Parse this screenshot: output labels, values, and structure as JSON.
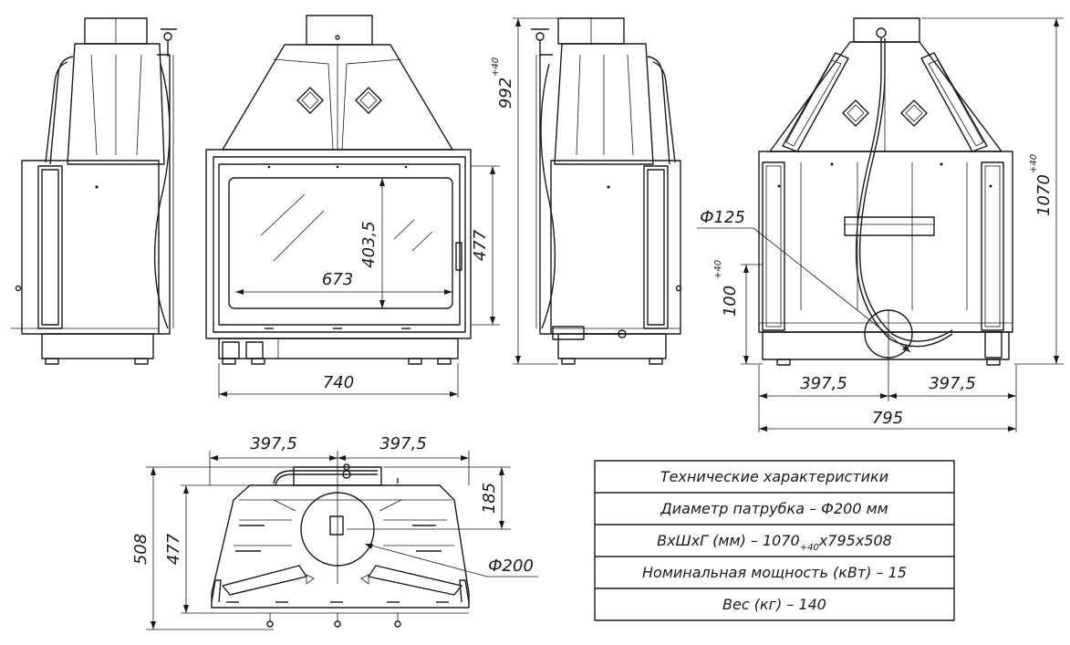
{
  "dimensions": {
    "width_740": "740",
    "glass_width_673": "673",
    "glass_height_403": "403,5",
    "front_height_477": "477",
    "height_992": "992",
    "height_992_tol": "+40",
    "height_100": "100",
    "height_100_tol": "+40",
    "diameter_125": "Ф125",
    "back_half_left": "397,5",
    "back_half_right": "397,5",
    "back_width_795": "795",
    "back_height_1070": "1070",
    "back_height_1070_tol": "+40",
    "top_half_left": "397,5",
    "top_half_right": "397,5",
    "top_depth_185": "185",
    "top_depth_508": "508",
    "top_depth_477": "477",
    "diameter_200": "Ф200"
  },
  "specs": {
    "title": "Технические характеристики",
    "row_diameter": "Диаметр патрубка – Ф200 мм",
    "row_size_a": "ВхШхГ (мм) – 1070",
    "row_size_sub": "+40",
    "row_size_b": "х795х508",
    "row_power": "Номинальная мощность (кВт) – 15",
    "row_weight": "Вес (кг) – 140"
  },
  "colors": {
    "line": "#1a1a1a",
    "background": "#ffffff"
  }
}
